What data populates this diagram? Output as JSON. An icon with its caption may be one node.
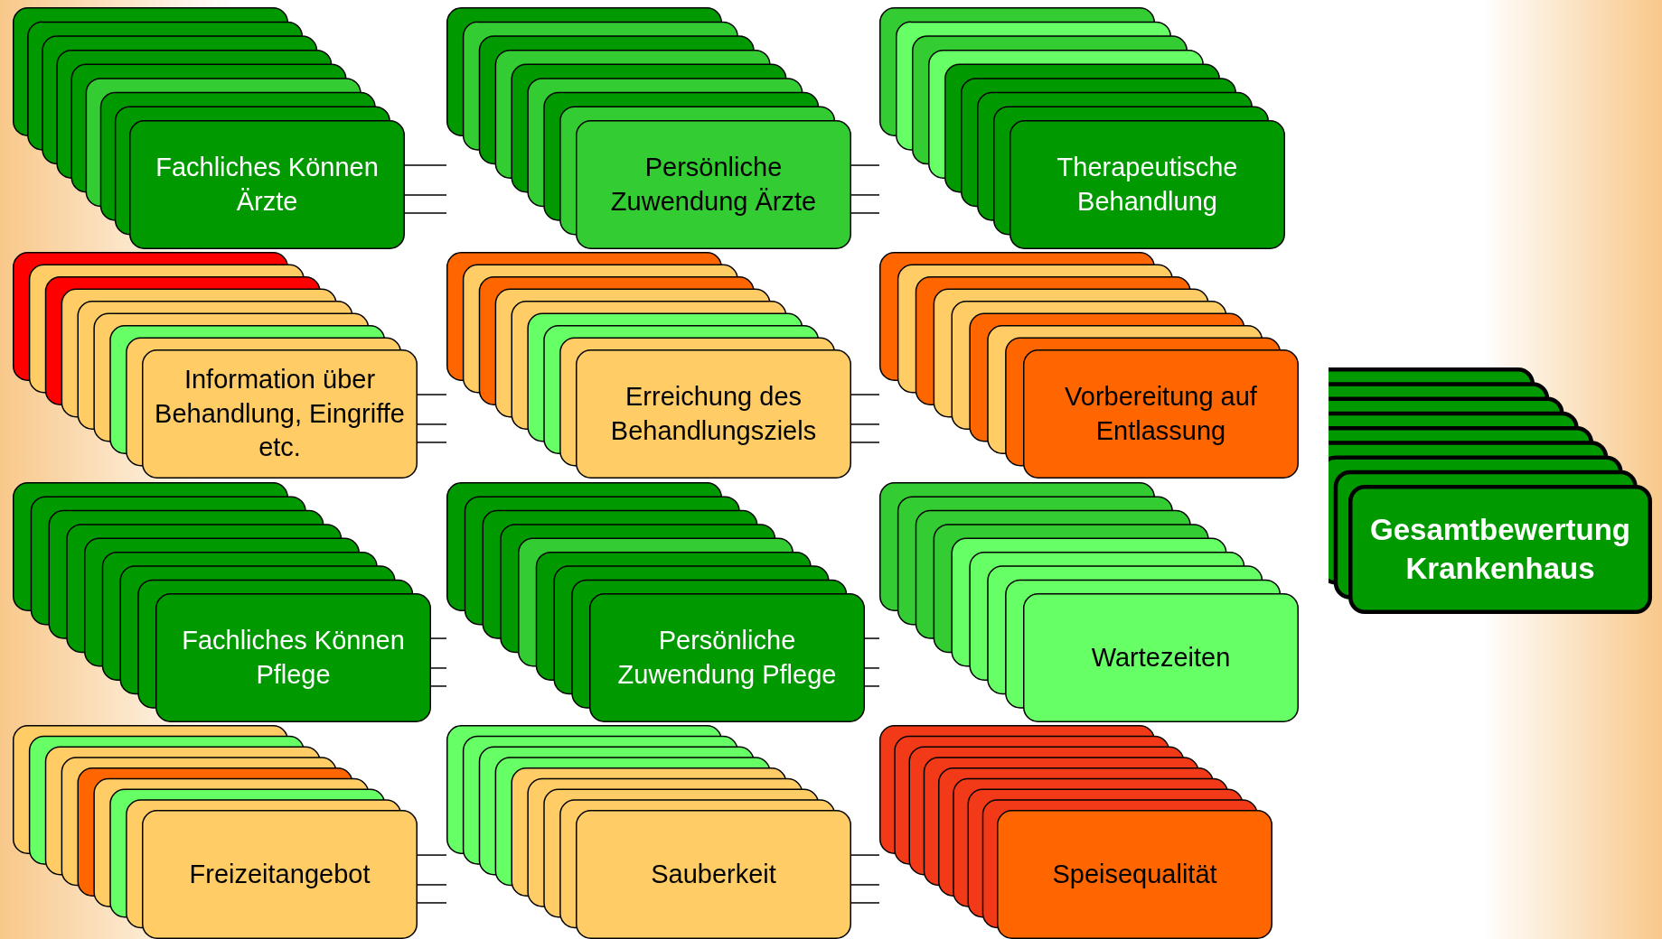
{
  "diagram": {
    "nodes": [
      {
        "text": [
          "Fachliches Können Ärzte"
        ]
      },
      {
        "text": [
          "Persönliche Zuwendung Ärzte"
        ]
      },
      {
        "text": [
          "Therapeutische Behandlung"
        ]
      },
      {
        "text": [
          "Information über Behandlung, Eingriffe etc."
        ]
      },
      {
        "text": [
          "Erreichung des Behandlungsziels"
        ]
      },
      {
        "text": [
          "Vorbereitung auf Entlassung"
        ]
      },
      {
        "text": [
          "Fachliches Können Pflege"
        ]
      },
      {
        "text": [
          "Persönliche Zuwendung Pflege"
        ]
      },
      {
        "text": [
          "Wartezeiten"
        ]
      },
      {
        "text": [
          "Freizeitangebot"
        ]
      },
      {
        "text": [
          "Sauberkeit"
        ]
      },
      {
        "text": [
          "Speisequalität"
        ]
      },
      {
        "text": [
          "Gesamtbewertung Krankenhaus"
        ]
      }
    ],
    "edges": [
      {
        "from": 0,
        "to": 1,
        "arrow": "none"
      },
      {
        "from": 0,
        "to": 1,
        "arrow": "none"
      },
      {
        "from": 0,
        "to": 1,
        "arrow": "none"
      },
      {
        "from": 1,
        "to": 2,
        "arrow": "none"
      },
      {
        "from": 1,
        "to": 2,
        "arrow": "none"
      },
      {
        "from": 1,
        "to": 2,
        "arrow": "none"
      },
      {
        "from": 3,
        "to": 4,
        "arrow": "none"
      },
      {
        "from": 3,
        "to": 4,
        "arrow": "none"
      },
      {
        "from": 3,
        "to": 4,
        "arrow": "none"
      },
      {
        "from": 4,
        "to": 5,
        "arrow": "none"
      },
      {
        "from": 4,
        "to": 5,
        "arrow": "none"
      },
      {
        "from": 4,
        "to": 5,
        "arrow": "none"
      },
      {
        "from": 6,
        "to": 7,
        "arrow": "none"
      },
      {
        "from": 6,
        "to": 7,
        "arrow": "none"
      },
      {
        "from": 6,
        "to": 7,
        "arrow": "none"
      },
      {
        "from": 7,
        "to": 8,
        "arrow": "none"
      },
      {
        "from": 7,
        "to": 8,
        "arrow": "none"
      },
      {
        "from": 7,
        "to": 8,
        "arrow": "none"
      },
      {
        "from": 9,
        "to": 10,
        "arrow": "none"
      },
      {
        "from": 9,
        "to": 10,
        "arrow": "none"
      },
      {
        "from": 9,
        "to": 10,
        "arrow": "none"
      },
      {
        "from": 10,
        "to": 11,
        "arrow": "none"
      },
      {
        "from": 10,
        "to": 11,
        "arrow": "none"
      },
      {
        "from": 10,
        "to": 11,
        "arrow": "none"
      }
    ]
  }
}
